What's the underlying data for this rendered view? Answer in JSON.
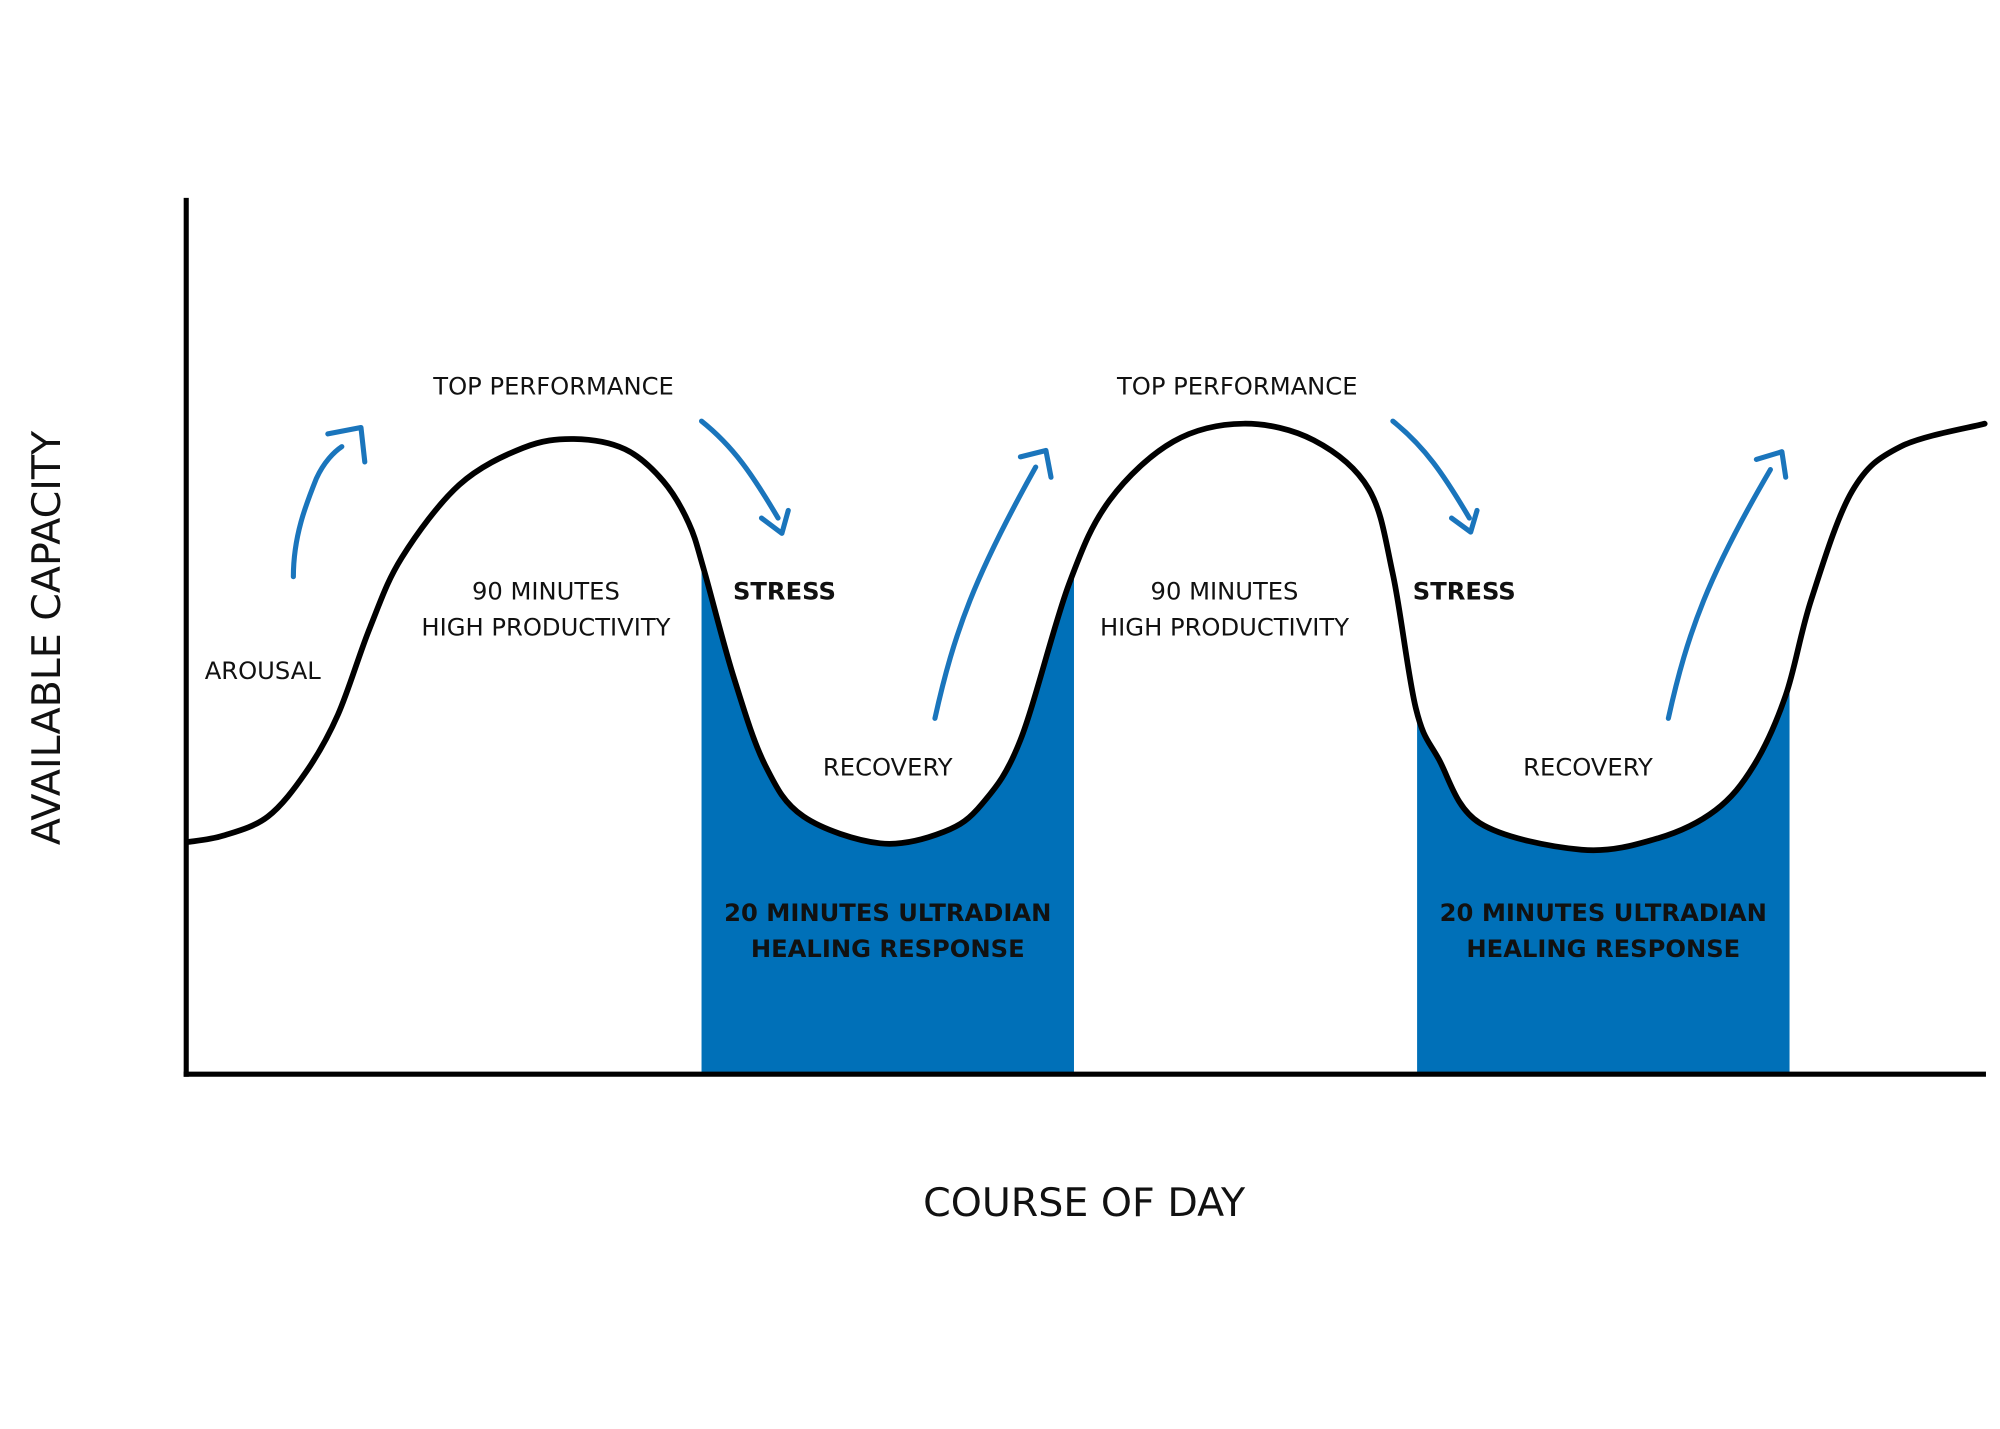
{
  "colors": {
    "fill": "#0070b8",
    "arrow": "#1a75bc",
    "curve": "#000000"
  },
  "chart_data": {
    "type": "area",
    "title": "",
    "xlabel": "COURSE OF DAY",
    "ylabel": "AVAILABLE CAPACITY",
    "grid": false,
    "cycles": [
      {
        "top_label": "TOP PERFORMANCE",
        "productivity_label": [
          "90 MINUTES",
          "HIGH PRODUCTIVITY"
        ],
        "stress_label": "STRESS",
        "recovery_label": "RECOVERY",
        "healing_label": [
          "20 MINUTES ULTRADIAN",
          "HEALING RESPONSE"
        ]
      },
      {
        "top_label": "TOP PERFORMANCE",
        "productivity_label": [
          "90 MINUTES",
          "HIGH PRODUCTIVITY"
        ],
        "stress_label": "STRESS",
        "recovery_label": "RECOVERY",
        "healing_label": [
          "20 MINUTES ULTRADIAN",
          "HEALING RESPONSE"
        ]
      }
    ],
    "arousal_label": "AROUSAL"
  }
}
